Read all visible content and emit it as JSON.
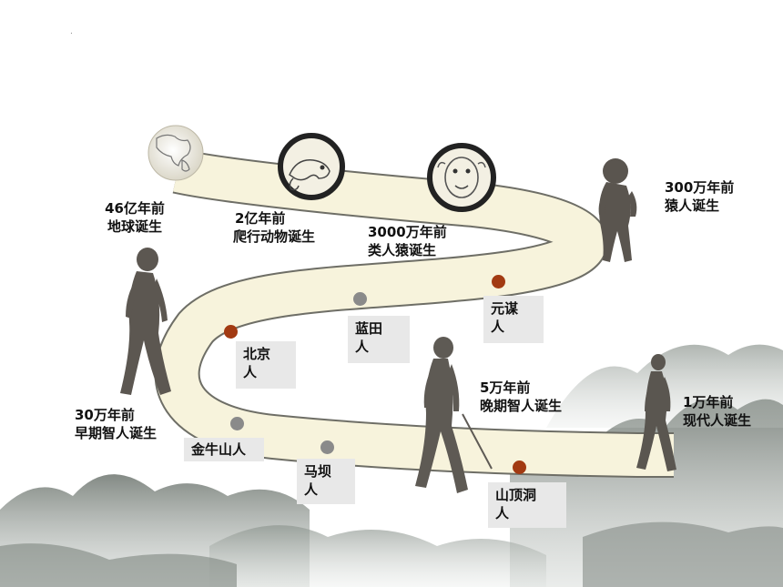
{
  "stray_mark": ".",
  "milestones": [
    {
      "id": "earth",
      "lines": [
        "46亿年前",
        "地球诞生"
      ]
    },
    {
      "id": "reptile",
      "lines": [
        "2亿年前",
        "爬行动物诞生"
      ]
    },
    {
      "id": "ape",
      "lines": [
        "3000万年前",
        "类人猿诞生"
      ]
    },
    {
      "id": "hominid",
      "lines": [
        "300万年前",
        "猿人诞生"
      ]
    },
    {
      "id": "early-sapiens",
      "lines": [
        "30万年前",
        "早期智人诞生"
      ]
    },
    {
      "id": "late-sapiens",
      "lines": [
        "5万年前",
        "晚期智人诞生"
      ]
    },
    {
      "id": "modern",
      "lines": [
        "1万年前",
        "现代人诞生"
      ]
    }
  ],
  "sites": [
    {
      "id": "yuanmou",
      "lines": [
        "元谋",
        "人"
      ]
    },
    {
      "id": "lantian",
      "lines": [
        "蓝田",
        "人"
      ]
    },
    {
      "id": "beijing",
      "lines": [
        "北京",
        "人"
      ]
    },
    {
      "id": "jinniushan",
      "lines": [
        "金牛山人"
      ]
    },
    {
      "id": "maba",
      "lines": [
        "马坝",
        "人"
      ]
    },
    {
      "id": "shandingdong",
      "lines": [
        "山顶洞",
        "人"
      ]
    }
  ],
  "colors": {
    "path_fill": "#f7f3dc",
    "path_edge": "#6e6e66",
    "dot_red": "#a23a12",
    "dot_gray": "#8a8a8a",
    "label_box": "#e8e8e8",
    "mountain": "#8f9792"
  },
  "icons": [
    "globe-icon",
    "chameleon-icon",
    "monkey-face-icon",
    "ape-figure-icon",
    "early-human-figure-icon",
    "late-human-figure-icon",
    "modern-human-figure-icon"
  ]
}
